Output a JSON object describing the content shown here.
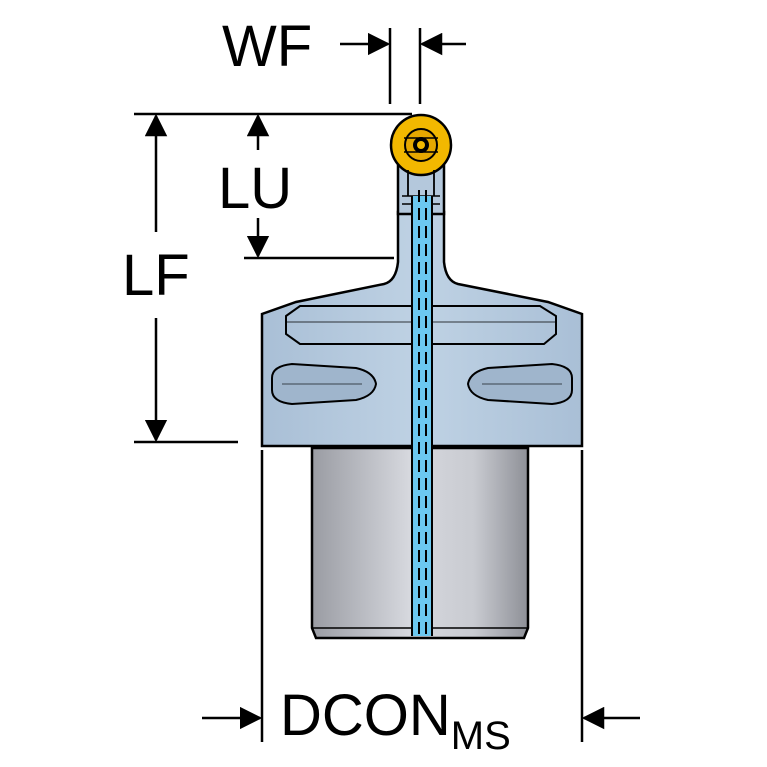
{
  "labels": {
    "wf": "WF",
    "lu": "LU",
    "lf": "LF",
    "dcon": "DCON",
    "dcon_subscript": "MS"
  },
  "colors": {
    "holder_body": "#b4c8dc",
    "shank": "#c4c6cc",
    "coolant_channel": "#6cc8f0",
    "insert": "#f2b800",
    "outline": "#000000",
    "background": "#ffffff"
  }
}
